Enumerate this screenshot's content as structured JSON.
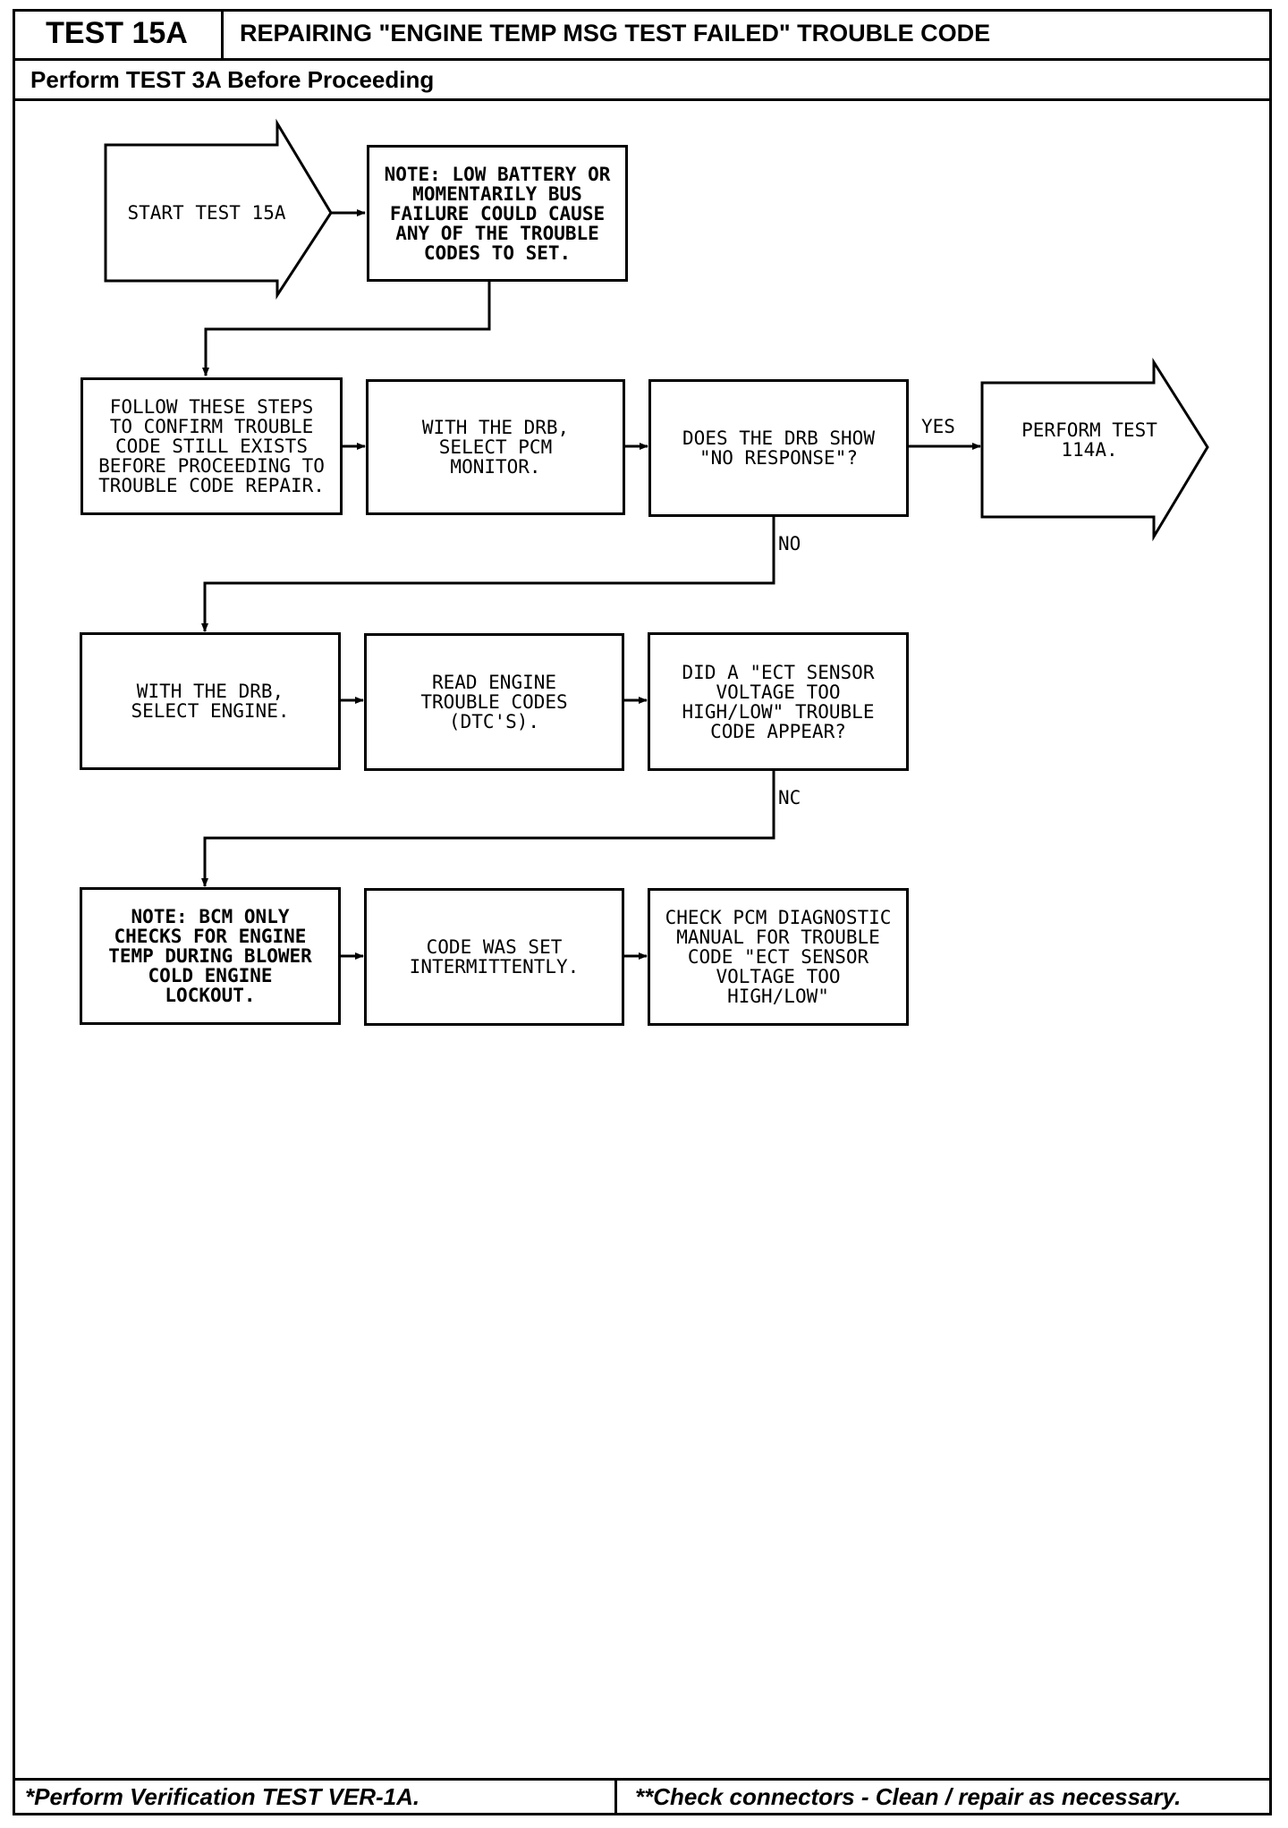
{
  "header": {
    "test_id": "TEST 15A",
    "title": "REPAIRING \"ENGINE TEMP MSG TEST FAILED\" TROUBLE CODE",
    "subtitle": "Perform TEST 3A Before Proceeding"
  },
  "footer": {
    "left": "*Perform Verification TEST VER-1A.",
    "right": "**Check connectors - Clean / repair as necessary."
  },
  "flow": {
    "start": "START TEST 15A",
    "note_battery": "NOTE: LOW BATTERY OR\nMOMENTARILY BUS\nFAILURE COULD CAUSE\nANY OF THE TROUBLE\nCODES TO SET.",
    "follow_steps": "FOLLOW THESE STEPS\nTO CONFIRM TROUBLE\nCODE STILL EXISTS\nBEFORE PROCEEDING TO\nTROUBLE CODE REPAIR.",
    "select_pcm": "WITH THE DRB,\nSELECT PCM\nMONITOR.",
    "no_response_q": "DOES THE DRB SHOW\n\"NO RESPONSE\"?",
    "yes_label": "YES",
    "perform_114a": "PERFORM TEST\n114A.",
    "no_label": "NO",
    "select_engine": "WITH THE DRB,\nSELECT ENGINE.",
    "read_codes": "READ ENGINE\nTROUBLE CODES\n(DTC'S).",
    "ect_q": "DID A \"ECT SENSOR\nVOLTAGE TOO\nHIGH/LOW\" TROUBLE\nCODE APPEAR?",
    "nc_label": "NC",
    "note_bcm": "NOTE: BCM ONLY\nCHECKS FOR ENGINE\nTEMP DURING BLOWER\nCOLD ENGINE\nLOCKOUT.",
    "intermittent": "CODE WAS SET\nINTERMITTENTLY.",
    "check_pcm": "CHECK PCM DIAGNOSTIC\nMANUAL FOR TROUBLE\nCODE \"ECT SENSOR\nVOLTAGE TOO\nHIGH/LOW\""
  }
}
